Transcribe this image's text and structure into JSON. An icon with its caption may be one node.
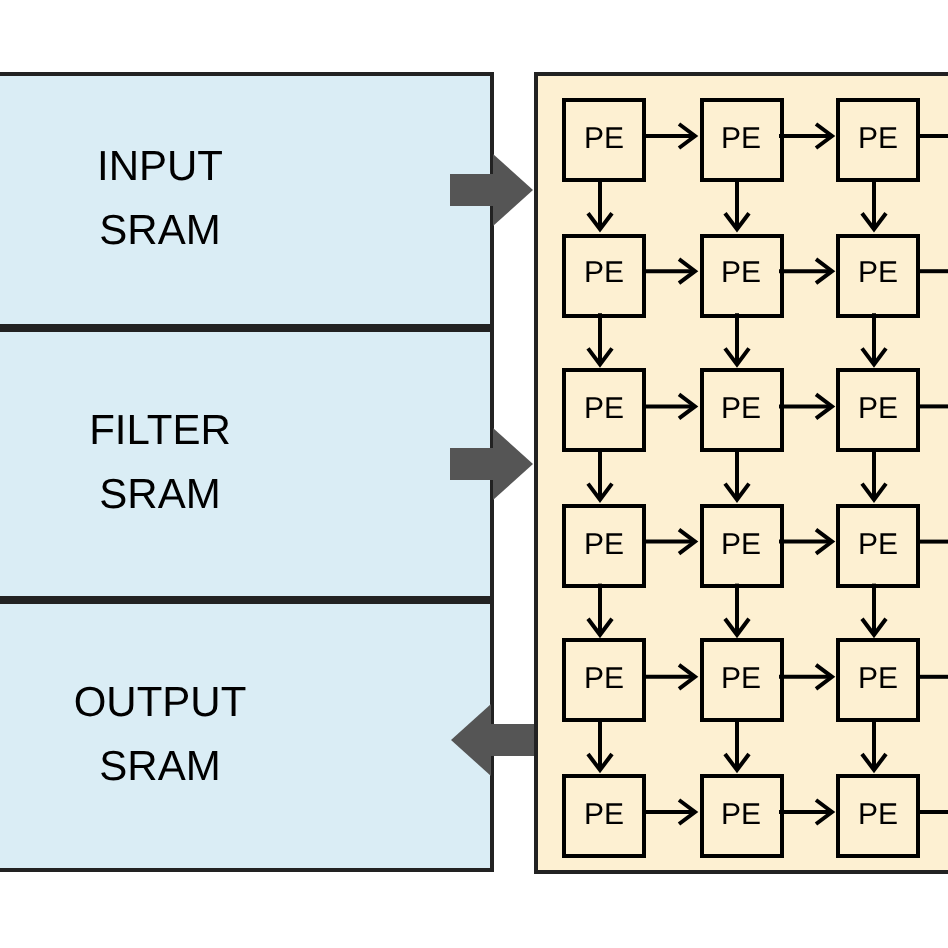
{
  "diagram": {
    "nodes": [
      {
        "text": [
          "INPUT SRAM"
        ]
      },
      {
        "text": [
          "FILTER SRAM"
        ]
      },
      {
        "text": [
          "OUTPUT SRAM"
        ]
      },
      {
        "text": [],
        "shape": "box"
      },
      {
        "text": [
          "PE"
        ],
        "in": 3
      },
      {
        "text": [
          "PE"
        ],
        "in": 3
      },
      {
        "text": [
          "PE"
        ],
        "in": 3
      },
      {
        "text": [
          "PE"
        ],
        "in": 3
      },
      {
        "text": [
          "PE"
        ],
        "in": 3
      },
      {
        "text": [
          "PE"
        ],
        "in": 3
      },
      {
        "text": [
          "PE"
        ],
        "in": 3
      },
      {
        "text": [
          "PE"
        ],
        "in": 3
      },
      {
        "text": [
          "PE"
        ],
        "in": 3
      },
      {
        "text": [
          "PE"
        ],
        "in": 3
      },
      {
        "text": [
          "PE"
        ],
        "in": 3
      },
      {
        "text": [
          "PE"
        ],
        "in": 3
      },
      {
        "text": [
          "PE"
        ],
        "in": 3
      },
      {
        "text": [
          "PE"
        ],
        "in": 3
      },
      {
        "text": [
          "PE"
        ],
        "in": 3
      },
      {
        "text": [
          "PE"
        ],
        "in": 3
      },
      {
        "text": [
          "PE"
        ],
        "in": 3
      },
      {
        "text": [
          "PE"
        ],
        "in": 3
      }
    ],
    "edges": [
      {
        "from": 0,
        "to": 3,
        "arrow": "to",
        "style": "thick",
        "color": "#555555"
      },
      {
        "from": 1,
        "to": 3,
        "arrow": "to",
        "style": "thick",
        "color": "#555555"
      },
      {
        "from": 3,
        "to": 2,
        "arrow": "to",
        "style": "thick",
        "color": "#555555"
      },
      {
        "from": 4,
        "to": 5,
        "arrow": "to"
      },
      {
        "from": 5,
        "to": 6,
        "arrow": "to"
      },
      {
        "from": 6,
        "to": null,
        "arrow": "none"
      },
      {
        "from": 7,
        "to": 8,
        "arrow": "to"
      },
      {
        "from": 8,
        "to": 9,
        "arrow": "to"
      },
      {
        "from": 9,
        "to": null,
        "arrow": "none"
      },
      {
        "from": 10,
        "to": 11,
        "arrow": "to"
      },
      {
        "from": 11,
        "to": 12,
        "arrow": "to"
      },
      {
        "from": 12,
        "to": null,
        "arrow": "none"
      },
      {
        "from": 13,
        "to": 14,
        "arrow": "to"
      },
      {
        "from": 14,
        "to": 15,
        "arrow": "to"
      },
      {
        "from": 15,
        "to": null,
        "arrow": "none"
      },
      {
        "from": 16,
        "to": 17,
        "arrow": "to"
      },
      {
        "from": 17,
        "to": 18,
        "arrow": "to"
      },
      {
        "from": 18,
        "to": null,
        "arrow": "none"
      },
      {
        "from": 19,
        "to": 20,
        "arrow": "to"
      },
      {
        "from": 20,
        "to": 21,
        "arrow": "to"
      },
      {
        "from": 21,
        "to": null,
        "arrow": "none"
      },
      {
        "from": 4,
        "to": 7,
        "arrow": "to"
      },
      {
        "from": 5,
        "to": 8,
        "arrow": "to"
      },
      {
        "from": 6,
        "to": 9,
        "arrow": "to"
      },
      {
        "from": 7,
        "to": 10,
        "arrow": "to"
      },
      {
        "from": 8,
        "to": 11,
        "arrow": "to"
      },
      {
        "from": 9,
        "to": 12,
        "arrow": "to"
      },
      {
        "from": 10,
        "to": 13,
        "arrow": "to"
      },
      {
        "from": 11,
        "to": 14,
        "arrow": "to"
      },
      {
        "from": 12,
        "to": 15,
        "arrow": "to"
      },
      {
        "from": 13,
        "to": 16,
        "arrow": "to"
      },
      {
        "from": 14,
        "to": 17,
        "arrow": "to"
      },
      {
        "from": 15,
        "to": 18,
        "arrow": "to"
      },
      {
        "from": 16,
        "to": 19,
        "arrow": "to"
      },
      {
        "from": 17,
        "to": 20,
        "arrow": "to"
      },
      {
        "from": 18,
        "to": 21,
        "arrow": "to"
      }
    ]
  }
}
